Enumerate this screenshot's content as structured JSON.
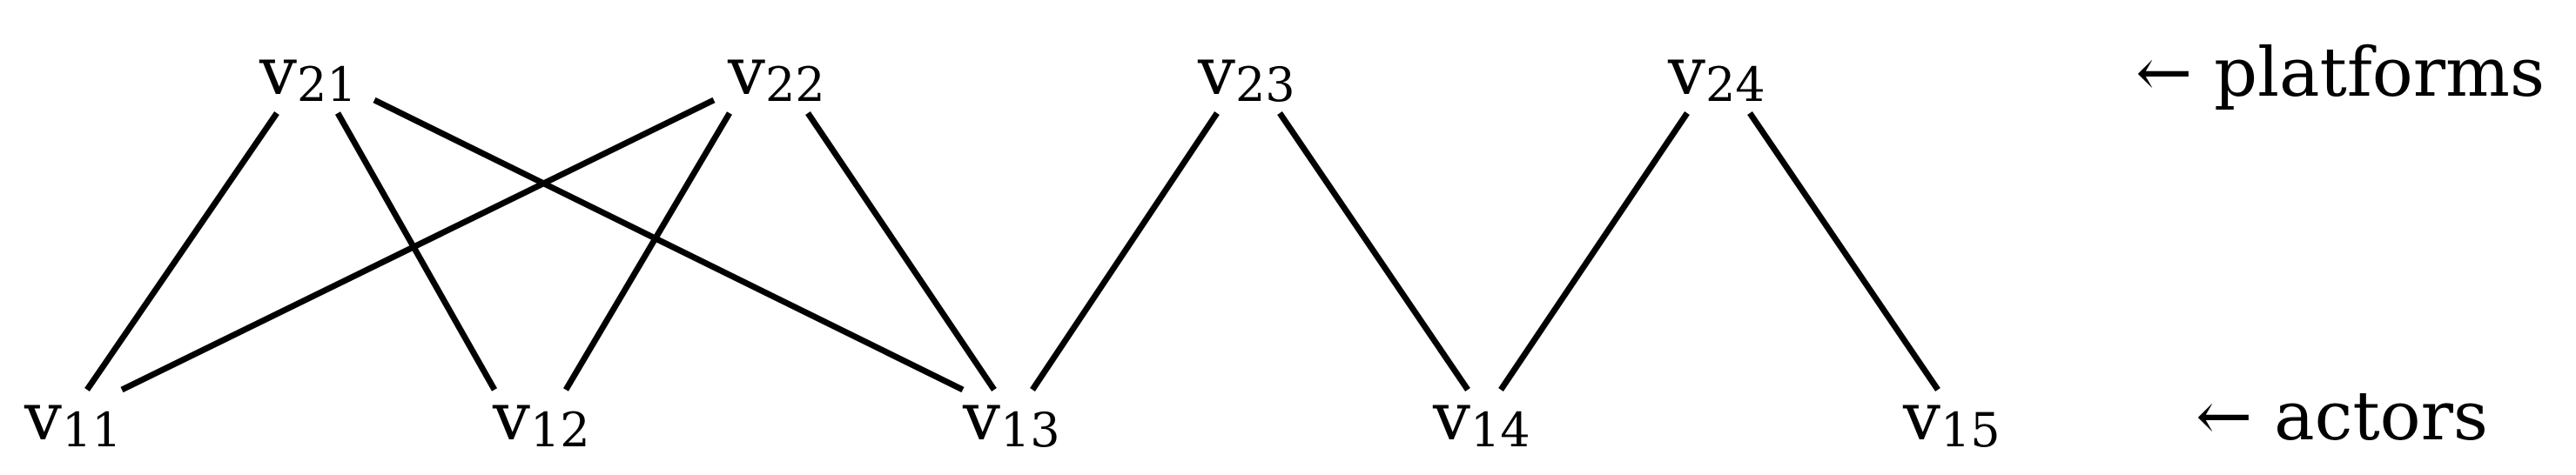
{
  "nodes": {
    "v21": {
      "main": "v",
      "sub": "21"
    },
    "v22": {
      "main": "v",
      "sub": "22"
    },
    "v23": {
      "main": "v",
      "sub": "23"
    },
    "v24": {
      "main": "v",
      "sub": "24"
    },
    "v11": {
      "main": "v",
      "sub": "11"
    },
    "v12": {
      "main": "v",
      "sub": "12"
    },
    "v13": {
      "main": "v",
      "sub": "13"
    },
    "v14": {
      "main": "v",
      "sub": "14"
    },
    "v15": {
      "main": "v",
      "sub": "15"
    }
  },
  "edges": [
    [
      "v21",
      "v11"
    ],
    [
      "v21",
      "v12"
    ],
    [
      "v21",
      "v13"
    ],
    [
      "v22",
      "v11"
    ],
    [
      "v22",
      "v12"
    ],
    [
      "v22",
      "v13"
    ],
    [
      "v23",
      "v13"
    ],
    [
      "v23",
      "v14"
    ],
    [
      "v24",
      "v14"
    ],
    [
      "v24",
      "v15"
    ]
  ],
  "labels": {
    "platforms": "← platforms",
    "actors": "← actors"
  }
}
